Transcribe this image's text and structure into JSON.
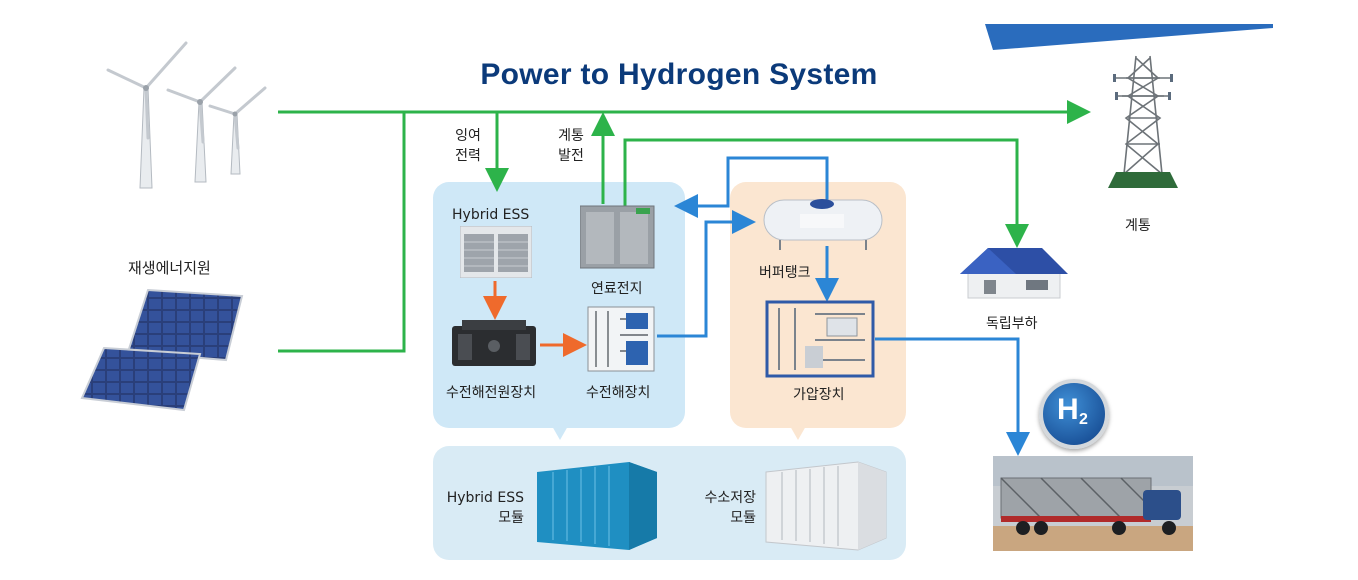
{
  "title": "Power to Hydrogen System",
  "labels": {
    "renewable": "재생에너지원",
    "surplus_line1": "잉여",
    "surplus_line2": "전력",
    "grid_gen_line1": "계통",
    "grid_gen_line2": "발전",
    "hybrid_ess": "Hybrid ESS",
    "fuel_cell": "연료전지",
    "electrolysis_power": "수전해전원장치",
    "electrolyzer": "수전해장치",
    "buffer_tank": "버퍼탱크",
    "compressor": "가압장치",
    "grid": "계통",
    "independent_load": "독립부하",
    "ess_module_line1": "Hybrid ESS",
    "ess_module_line2": "모듈",
    "h2_storage_line1": "수소저장",
    "h2_storage_line2": "모듈",
    "h2_badge_main": "H",
    "h2_badge_sub": "2"
  },
  "colors": {
    "title": "#0b3a7a",
    "power_line": "#2db34a",
    "hydrogen_line": "#2b86d6",
    "electrolysis_link": "#ef6a2c",
    "blue_panel": "#cfe8f7",
    "orange_panel": "#fbe6d1",
    "module_panel": "#d9ebf5",
    "ribbon": "#2a6cbd"
  },
  "icons": [
    "wind-turbine-icon",
    "solar-panel-icon",
    "transmission-tower-icon",
    "house-icon",
    "tube-trailer-icon",
    "container-icon",
    "tank-icon"
  ]
}
